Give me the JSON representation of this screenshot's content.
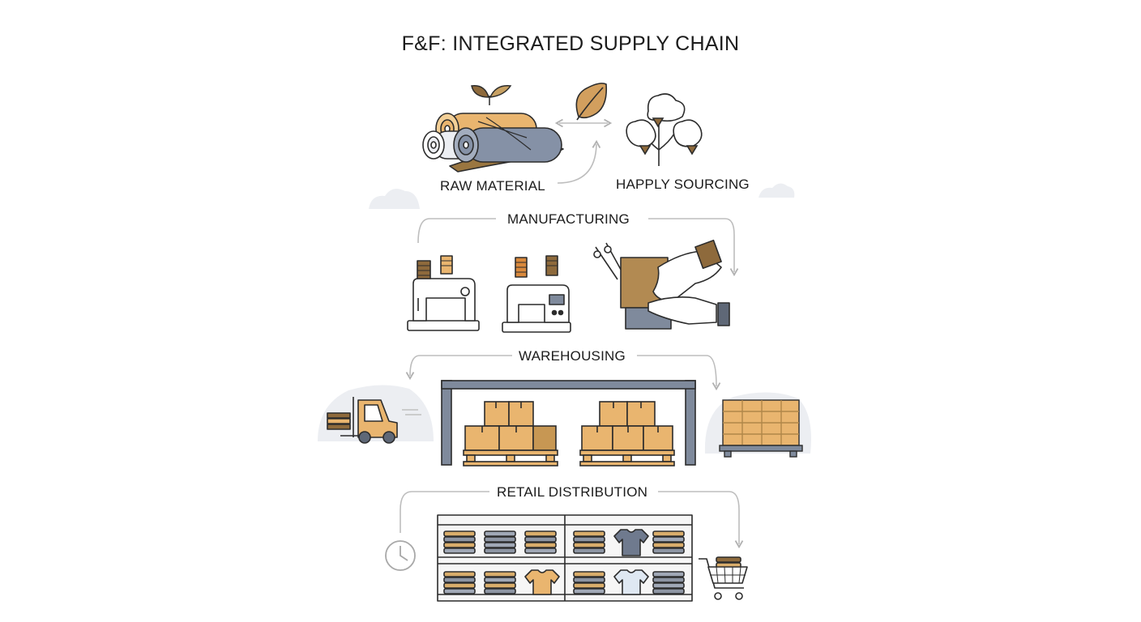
{
  "title": "F&F: INTEGRATED SUPPLY CHAIN",
  "stages": {
    "raw_material": "RAW MATERIAL",
    "sourcing": "HAPPLY SOURCING",
    "manufacturing": "MANUFACTURING",
    "warehousing": "WAREHOUSING",
    "retail_distribution": "RETAIL DISTRIBUTION"
  },
  "colors": {
    "tan": "#e9b56f",
    "brown": "#8e6a3c",
    "slate": "#7f8a9c",
    "line": "#2c2c2c",
    "connector": "#b9b9b9",
    "cloud": "#e9ecf0"
  }
}
